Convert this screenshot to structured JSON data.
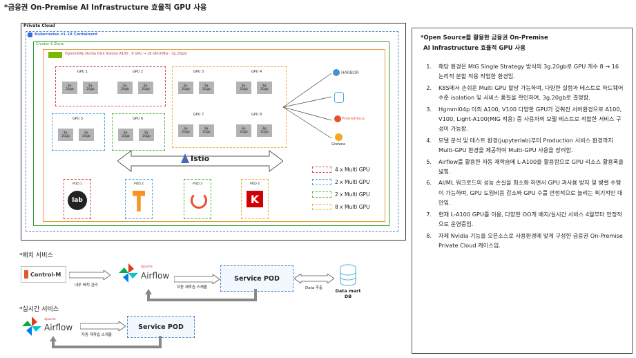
{
  "title": "*금융권 On-Premise AI Infrastructure 효율적 GPU 사용",
  "private_cloud": "Private Cloud",
  "kubernetes": "Kubernetes v1.18 Containerd",
  "cluster_zone": "Cluster-1 Zone",
  "station": "Hgmml04p Nvidia DGX Station A100 : 8 GPU → 16 GPU(MIG - 3g.20gb)",
  "chip_label": "3g.\n20gb",
  "gpus": [
    "GPU 1",
    "GPU 2",
    "GPU 3",
    "GPU 4",
    "GPU 5",
    "GPU 6",
    "GPU 7",
    "GPU 8"
  ],
  "istio": "Istio",
  "pods": [
    "POD 1",
    "POD 2",
    "POD 3",
    "POD 4"
  ],
  "tools": [
    "HARBOR",
    "Prometheus",
    "Grafana"
  ],
  "legend": [
    "4 x Multi GPU",
    "2 x Multi GPU",
    "2 x Multi GPU",
    "8 x Multi GPU"
  ],
  "colors": {
    "red": "#d94a4a",
    "blue": "#4aa8d8",
    "green": "#5bb24a",
    "orange": "#f0b03a",
    "k8s": "#326ce5"
  },
  "batch": {
    "title": "*배치 서비스",
    "control_m": "Control-M",
    "internal_label": "내부 배치 관리",
    "airflow_apache": "Apache",
    "airflow": "Airflow",
    "schedule_label": "자동 재학습 스케줄",
    "service_pod": "Service POD",
    "data_extract": "Data 추출",
    "datamart": "Data mart\nDB"
  },
  "realtime": {
    "title": "*실시간 서비스",
    "airflow_apache": "Apache",
    "airflow": "Airflow",
    "schedule_label": "자동 재학습 스케줄",
    "service_pod": "Service POD"
  },
  "panel": {
    "head1": "*Open Source를 활용한 금융권 On-Premise",
    "head2": "AI Infrastructure 효율적 GPU 사용",
    "items": [
      "해당 환경은 MIG Single Strategy 방식의 3g.20gb로 GPU 개수 8 → 16 논리적 분할 적용 작업한 환경임.",
      "K8S에서 손쉬운 Multi GPU 할당 가능하며, 다양한 실험과 테스트로 하드웨어 수준 isolation 및 서비스 품질을 확인하여, 3g.20gb로 결정함.",
      "Hgmml04p 이외 A100, V100 다양한 GPU가 갖춰진 서버환경으로 A100, V100, Light-A100(MIG 적용) 중 사용자의 모델 테스트로 적합한 서비스 구성이 가능함.",
      "모델 분석 및 테스트 환경(jupyterlab)부터 Production 서비스 환경까지 Multi-GPU 환경을 제공하여 Multi-GPU 사용을 장려함.",
      "Airflow를 활용한 자동 재학습에 L-A100을 활용함으로 GPU 리소스 활용폭을 넓힘.",
      "AI/ML 워크로드의 성능 손실을 최소화 하면서 GPU 과사용 방지 및 병렬 수행이 가능하며, GPU 도입비용 감소와 GPU 수를 안정적으로 늘리는 획기적인 대안임.",
      "현재 L-A100 GPU를 이용, 다양한 OO개 배치/실시간 서비스 4월부터 안정적으로 운영중임.",
      "자체 Nvidia 기능을 오픈소스로 사용환경에 맞게 구성한 금융권 On-Premise Private Cloud 케이스임."
    ]
  }
}
